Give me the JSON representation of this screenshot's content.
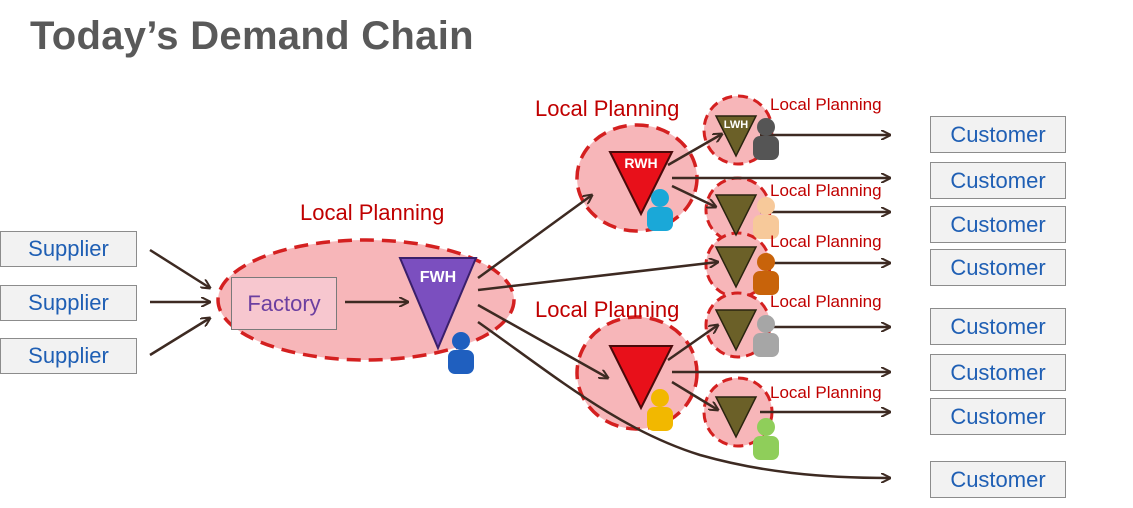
{
  "title": "Today’s Demand Chain",
  "labels": {
    "local_planning": "Local Planning",
    "factory": "Factory",
    "fwh": "FWH",
    "rwh": "RWH",
    "lwh": "LWH"
  },
  "suppliers": [
    "Supplier",
    "Supplier",
    "Supplier"
  ],
  "customers": [
    "Customer",
    "Customer",
    "Customer",
    "Customer",
    "Customer",
    "Customer",
    "Customer",
    "Customer"
  ],
  "colors": {
    "planning_fill": "#f7b6b9",
    "planning_border": "#d42020",
    "fwh_triangle": "#7b4fbf",
    "rwh_triangle": "#e8101a",
    "lwh_triangle": "#6b6028",
    "arrow": "#3d2a22",
    "text_blue": "#1f5fb4",
    "text_red": "#c00000",
    "people": [
      "#1f5fbf",
      "#1aa8d8",
      "#f2b800",
      "#555555",
      "#f7c99a",
      "#c8630a",
      "#a6a6a6",
      "#8fce5a"
    ]
  }
}
